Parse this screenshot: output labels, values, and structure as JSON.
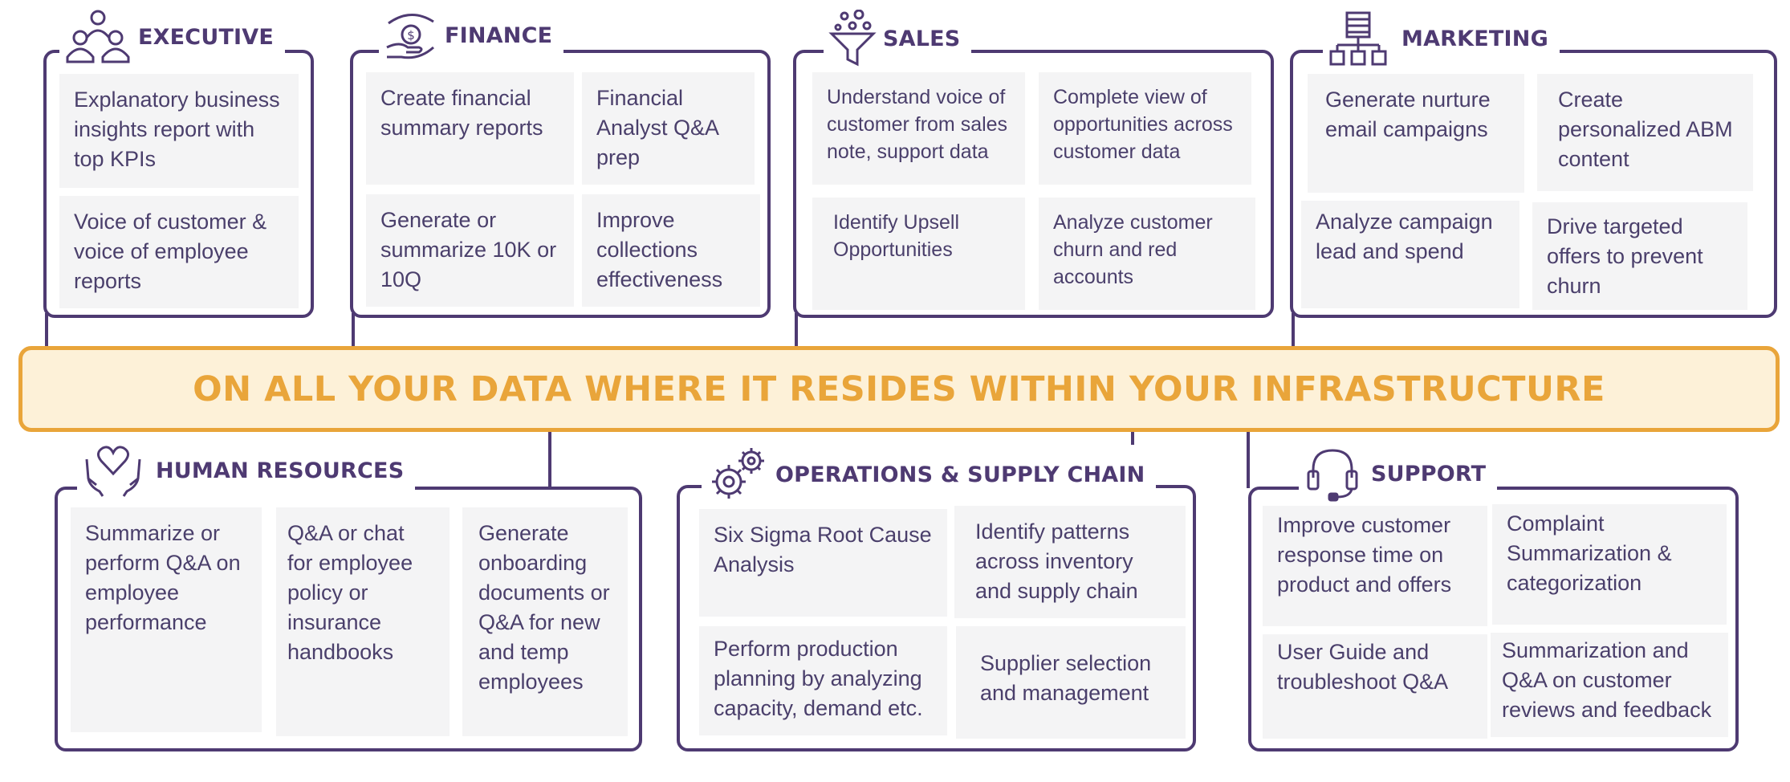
{
  "banner": {
    "text": "ON ALL YOUR DATA WHERE IT RESIDES WITHIN YOUR INFRASTRUCTURE"
  },
  "colors": {
    "panel_border": "#4e3a72",
    "card_bg": "#f4f4f5",
    "banner_bg": "#fdf1d8",
    "banner_accent": "#e9a53a",
    "text": "#4a3f6b"
  },
  "executive": {
    "title": "EXECUTIVE",
    "icon": "people-group-icon",
    "cards": [
      "Explanatory business insights report with top KPIs",
      "Voice of customer & voice of employee reports"
    ]
  },
  "finance": {
    "title": "FINANCE",
    "icon": "money-hand-icon",
    "cards": [
      "Create financial summary reports",
      "Financial Analyst Q&A prep",
      "Generate or summarize 10K or 10Q",
      "Improve collections effectiveness"
    ]
  },
  "sales": {
    "title": "SALES",
    "icon": "funnel-icon",
    "cards": [
      "Understand voice of customer from sales note, support data",
      "Complete view of opportunities across customer data",
      "Identify Upsell Opportunities",
      "Analyze customer churn and red accounts"
    ]
  },
  "marketing": {
    "title": "MARKETING",
    "icon": "org-network-icon",
    "cards": [
      "Generate nurture email campaigns",
      "Create personalized ABM content",
      "Analyze campaign lead and spend",
      "Drive targeted offers to prevent churn"
    ]
  },
  "hr": {
    "title": "HUMAN RESOURCES",
    "icon": "heart-hands-icon",
    "cards": [
      "Summarize or perform Q&A on employee performance",
      "Q&A or chat for employee policy or insurance handbooks",
      "Generate onboarding documents or Q&A for new and temp employees"
    ]
  },
  "operations": {
    "title": "OPERATIONS & SUPPLY CHAIN",
    "icon": "gears-icon",
    "cards": [
      "Six Sigma Root Cause Analysis",
      "Identify patterns across inventory and supply chain",
      "Perform production planning by analyzing capacity, demand etc.",
      "Supplier selection and management"
    ]
  },
  "support": {
    "title": "SUPPORT",
    "icon": "headset-icon",
    "cards": [
      "Improve customer response time on product and offers",
      "Complaint Summarization & categorization",
      "User Guide and troubleshoot Q&A",
      "Summarization and Q&A on customer reviews and feedback"
    ]
  }
}
